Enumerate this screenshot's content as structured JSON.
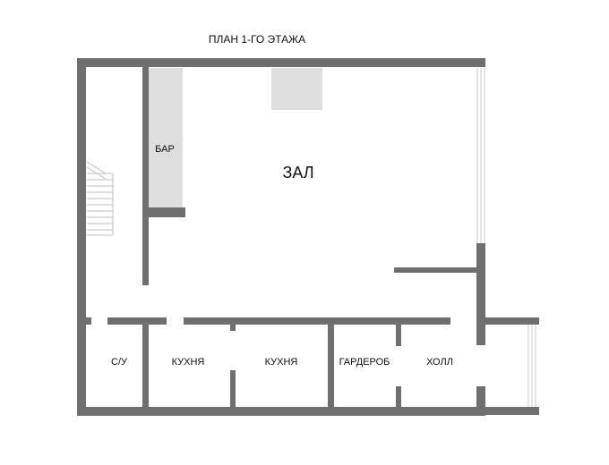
{
  "plan": {
    "title": "ПЛАН 1-ГО ЭТАЖА",
    "rooms": {
      "hall": "ЗАЛ",
      "bar": "БАР",
      "wc": "С/У",
      "kitchen_1": "КУХНЯ",
      "kitchen_2": "КУХНЯ",
      "wardrobe": "ГАРДЕРОБ",
      "lobby": "ХОЛЛ"
    },
    "colors": {
      "wall": "#6f6f6f",
      "counter": "#dedede"
    }
  }
}
